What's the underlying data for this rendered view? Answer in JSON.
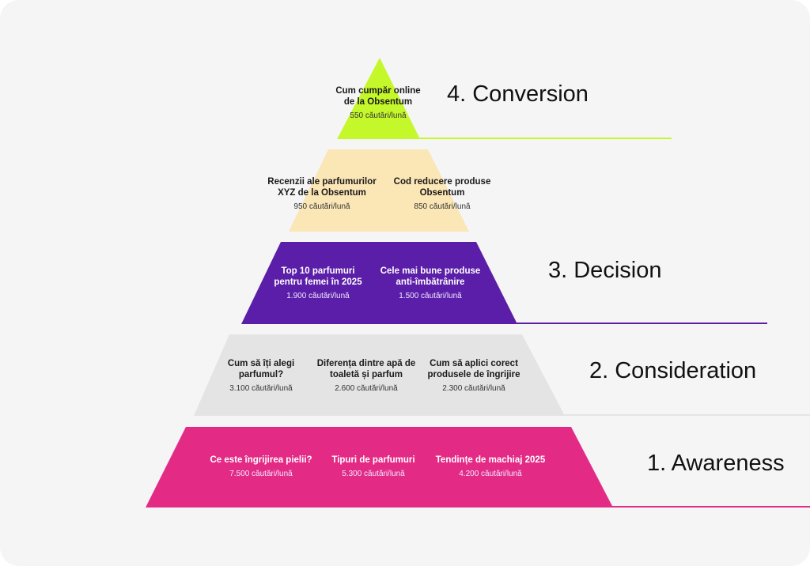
{
  "colors": {
    "conversion": "#c5f82a",
    "decision_lower": "#fbe6b5",
    "decision": "#5b1ea8",
    "consideration": "#e4e4e4",
    "awareness": "#e32b86"
  },
  "stages": {
    "conversion": "4. Conversion",
    "decision": "3. Decision",
    "consideration": "2. Consideration",
    "awareness": "1. Awareness"
  },
  "tiers": {
    "conversion": [
      {
        "title": "Cum cumpăr online de la Obsentum",
        "volume": "550 căutări/lună"
      }
    ],
    "decision_lower": [
      {
        "title": "Recenzii ale parfumurilor XYZ de la Obsentum",
        "volume": "950 căutări/lună"
      },
      {
        "title": "Cod reducere produse Obsentum",
        "volume": "850 căutări/lună"
      }
    ],
    "decision": [
      {
        "title": "Top 10 parfumuri pentru femei în 2025",
        "volume": "1.900 căutări/lună"
      },
      {
        "title": "Cele mai bune produse anti-îmbătrânire",
        "volume": "1.500 căutări/lună"
      }
    ],
    "consideration": [
      {
        "title": "Cum să îți alegi parfumul?",
        "volume": "3.100 căutări/lună"
      },
      {
        "title": "Diferența dintre apă de toaletă și parfum",
        "volume": "2.600 căutări/lună"
      },
      {
        "title": "Cum să aplici corect produsele de îngrijire",
        "volume": "2.300 căutări/lună"
      }
    ],
    "awareness": [
      {
        "title": "Ce este îngrijirea pielii?",
        "volume": "7.500 căutări/lună"
      },
      {
        "title": "Tipuri de parfumuri",
        "volume": "5.300 căutări/lună"
      },
      {
        "title": "Tendințe de machiaj 2025",
        "volume": "4.200 căutări/lună"
      }
    ]
  }
}
